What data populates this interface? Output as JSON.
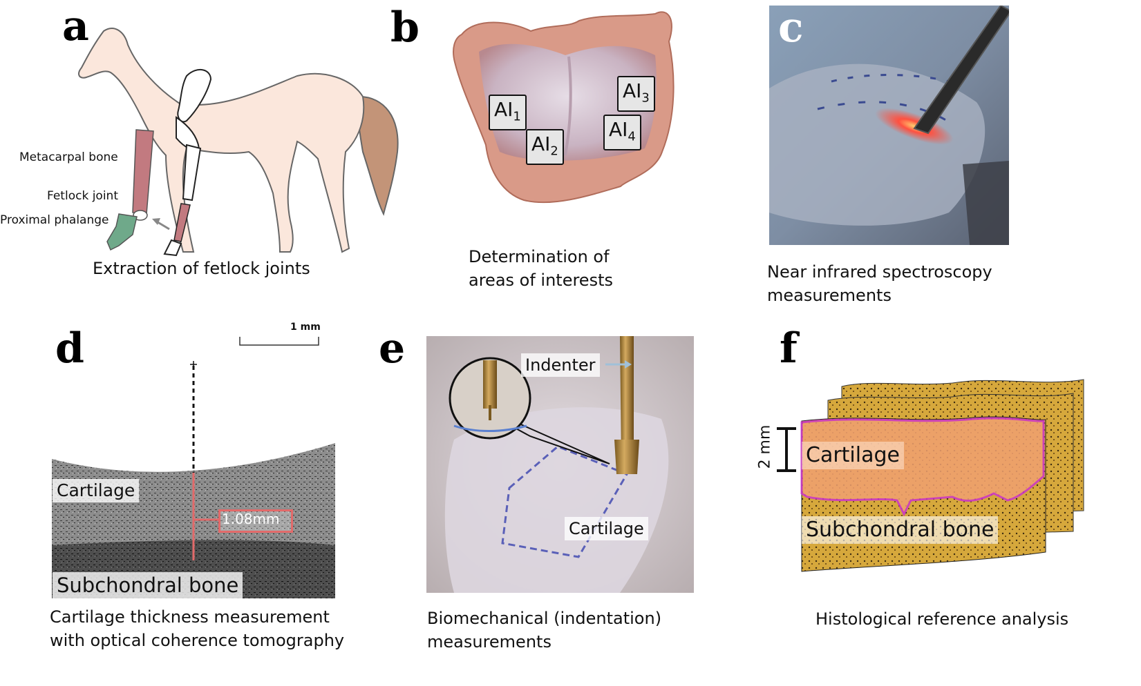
{
  "panels": {
    "a": {
      "letter": "a",
      "caption": "Extraction of fetlock joints",
      "labels": {
        "metacarpal": "Metacarpal bone",
        "fetlock": "Fetlock joint",
        "phalange": "Proximal phalange"
      }
    },
    "b": {
      "letter": "b",
      "caption_line1": "Determination of",
      "caption_line2": "areas of interests",
      "areas": [
        {
          "text": "AI",
          "sub": "1"
        },
        {
          "text": "AI",
          "sub": "2"
        },
        {
          "text": "AI",
          "sub": "3"
        },
        {
          "text": "AI",
          "sub": "4"
        }
      ]
    },
    "c": {
      "letter": "c",
      "caption_line1": "Near infrared  spectroscopy",
      "caption_line2": "measurements"
    },
    "d": {
      "letter": "d",
      "scale_bar": "1 mm",
      "cartilage": "Cartilage",
      "bone": "Subchondral bone",
      "thickness": "1.08mm",
      "caption_line1": "Cartilage thickness measurement",
      "caption_line2": "with optical coherence tomography"
    },
    "e": {
      "letter": "e",
      "indenter": "Indenter",
      "cartilage": "Cartilage",
      "caption_line1": "Biomechanical (indentation)",
      "caption_line2": "measurements"
    },
    "f": {
      "letter": "f",
      "scale": "2 mm",
      "cartilage": "Cartilage",
      "bone": "Subchondral bone",
      "caption": "Histological reference analysis"
    }
  },
  "colors": {
    "horse_body": "#fbe7dc",
    "metacarpal": "#c27a80",
    "phalange": "#6fa98a",
    "tail": "#c39478",
    "measure_red": "#e26a6a",
    "histology_overlay": "#f0a070",
    "histology_outline": "#cc33cc"
  }
}
